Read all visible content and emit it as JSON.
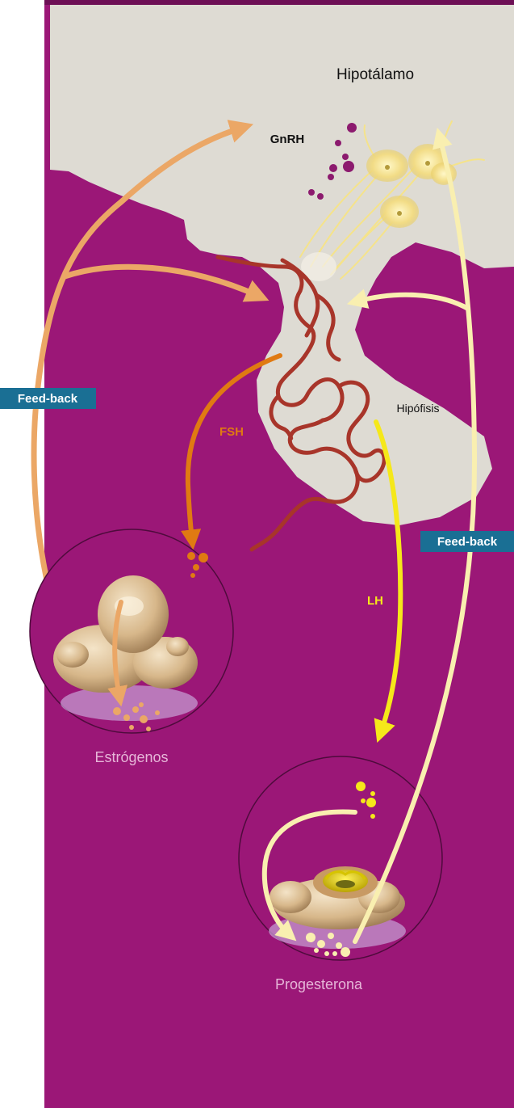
{
  "labels": {
    "hypothalamus": "Hipotálamo",
    "gnrh": "GnRH",
    "pituitary": "Hipófisis",
    "fsh": "FSH",
    "lh": "LH",
    "estrogens": "Estrógenos",
    "progesterone": "Progesterona",
    "feedback_left": "Feed-back",
    "feedback_right": "Feed-back"
  },
  "colors": {
    "background": "#9b1777",
    "brain": "#dedbd3",
    "fsh": "#e07a12",
    "lh": "#f5e81a",
    "estrogen_arrow": "#eba766",
    "progesterone_arrow": "#f9efb0",
    "badge": "#1a6f94",
    "vessel": "#a8352a"
  },
  "icons": {
    "hypothalamus_neurons": "neuron-cells-icon",
    "portal_vessels": "blood-vessel-icon",
    "ovary_follicle": "follicle-icon",
    "corpus_luteum": "corpus-luteum-icon"
  }
}
